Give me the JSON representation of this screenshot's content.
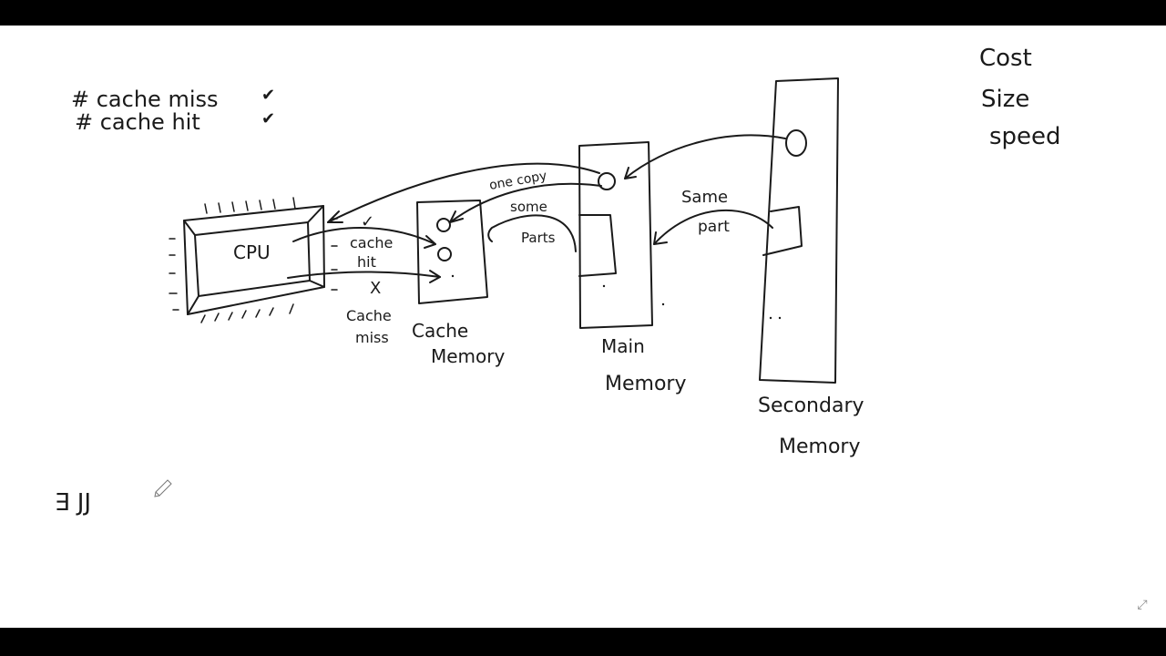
{
  "notes": {
    "line1": "# cache miss",
    "line2": "# cache hit",
    "mark1": "✔",
    "mark2": "✔"
  },
  "properties": [
    "Cost",
    "Size",
    "speed"
  ],
  "components": {
    "cpu": "CPU",
    "cache_line1": "Cache",
    "cache_line2": "Memory",
    "main_line1": "Main",
    "main_line2": "Memory",
    "secondary_line1": "Secondary",
    "secondary_line2": "Memory"
  },
  "annotations": {
    "cache_hit_mark": "✓",
    "cache_hit_1": "cache",
    "cache_hit_2": "hit",
    "cache_miss_mark": "X",
    "cache_miss_1": "Cache",
    "cache_miss_2": "miss",
    "one_copy": "one copy",
    "some_parts_1": "some",
    "some_parts_2": "Parts",
    "same_part_1": "Same",
    "same_part_2": "part"
  },
  "bottom_note": "∃ JJ",
  "icons": {
    "pencil": "pencil-icon",
    "corner": "fullscreen-icon"
  }
}
